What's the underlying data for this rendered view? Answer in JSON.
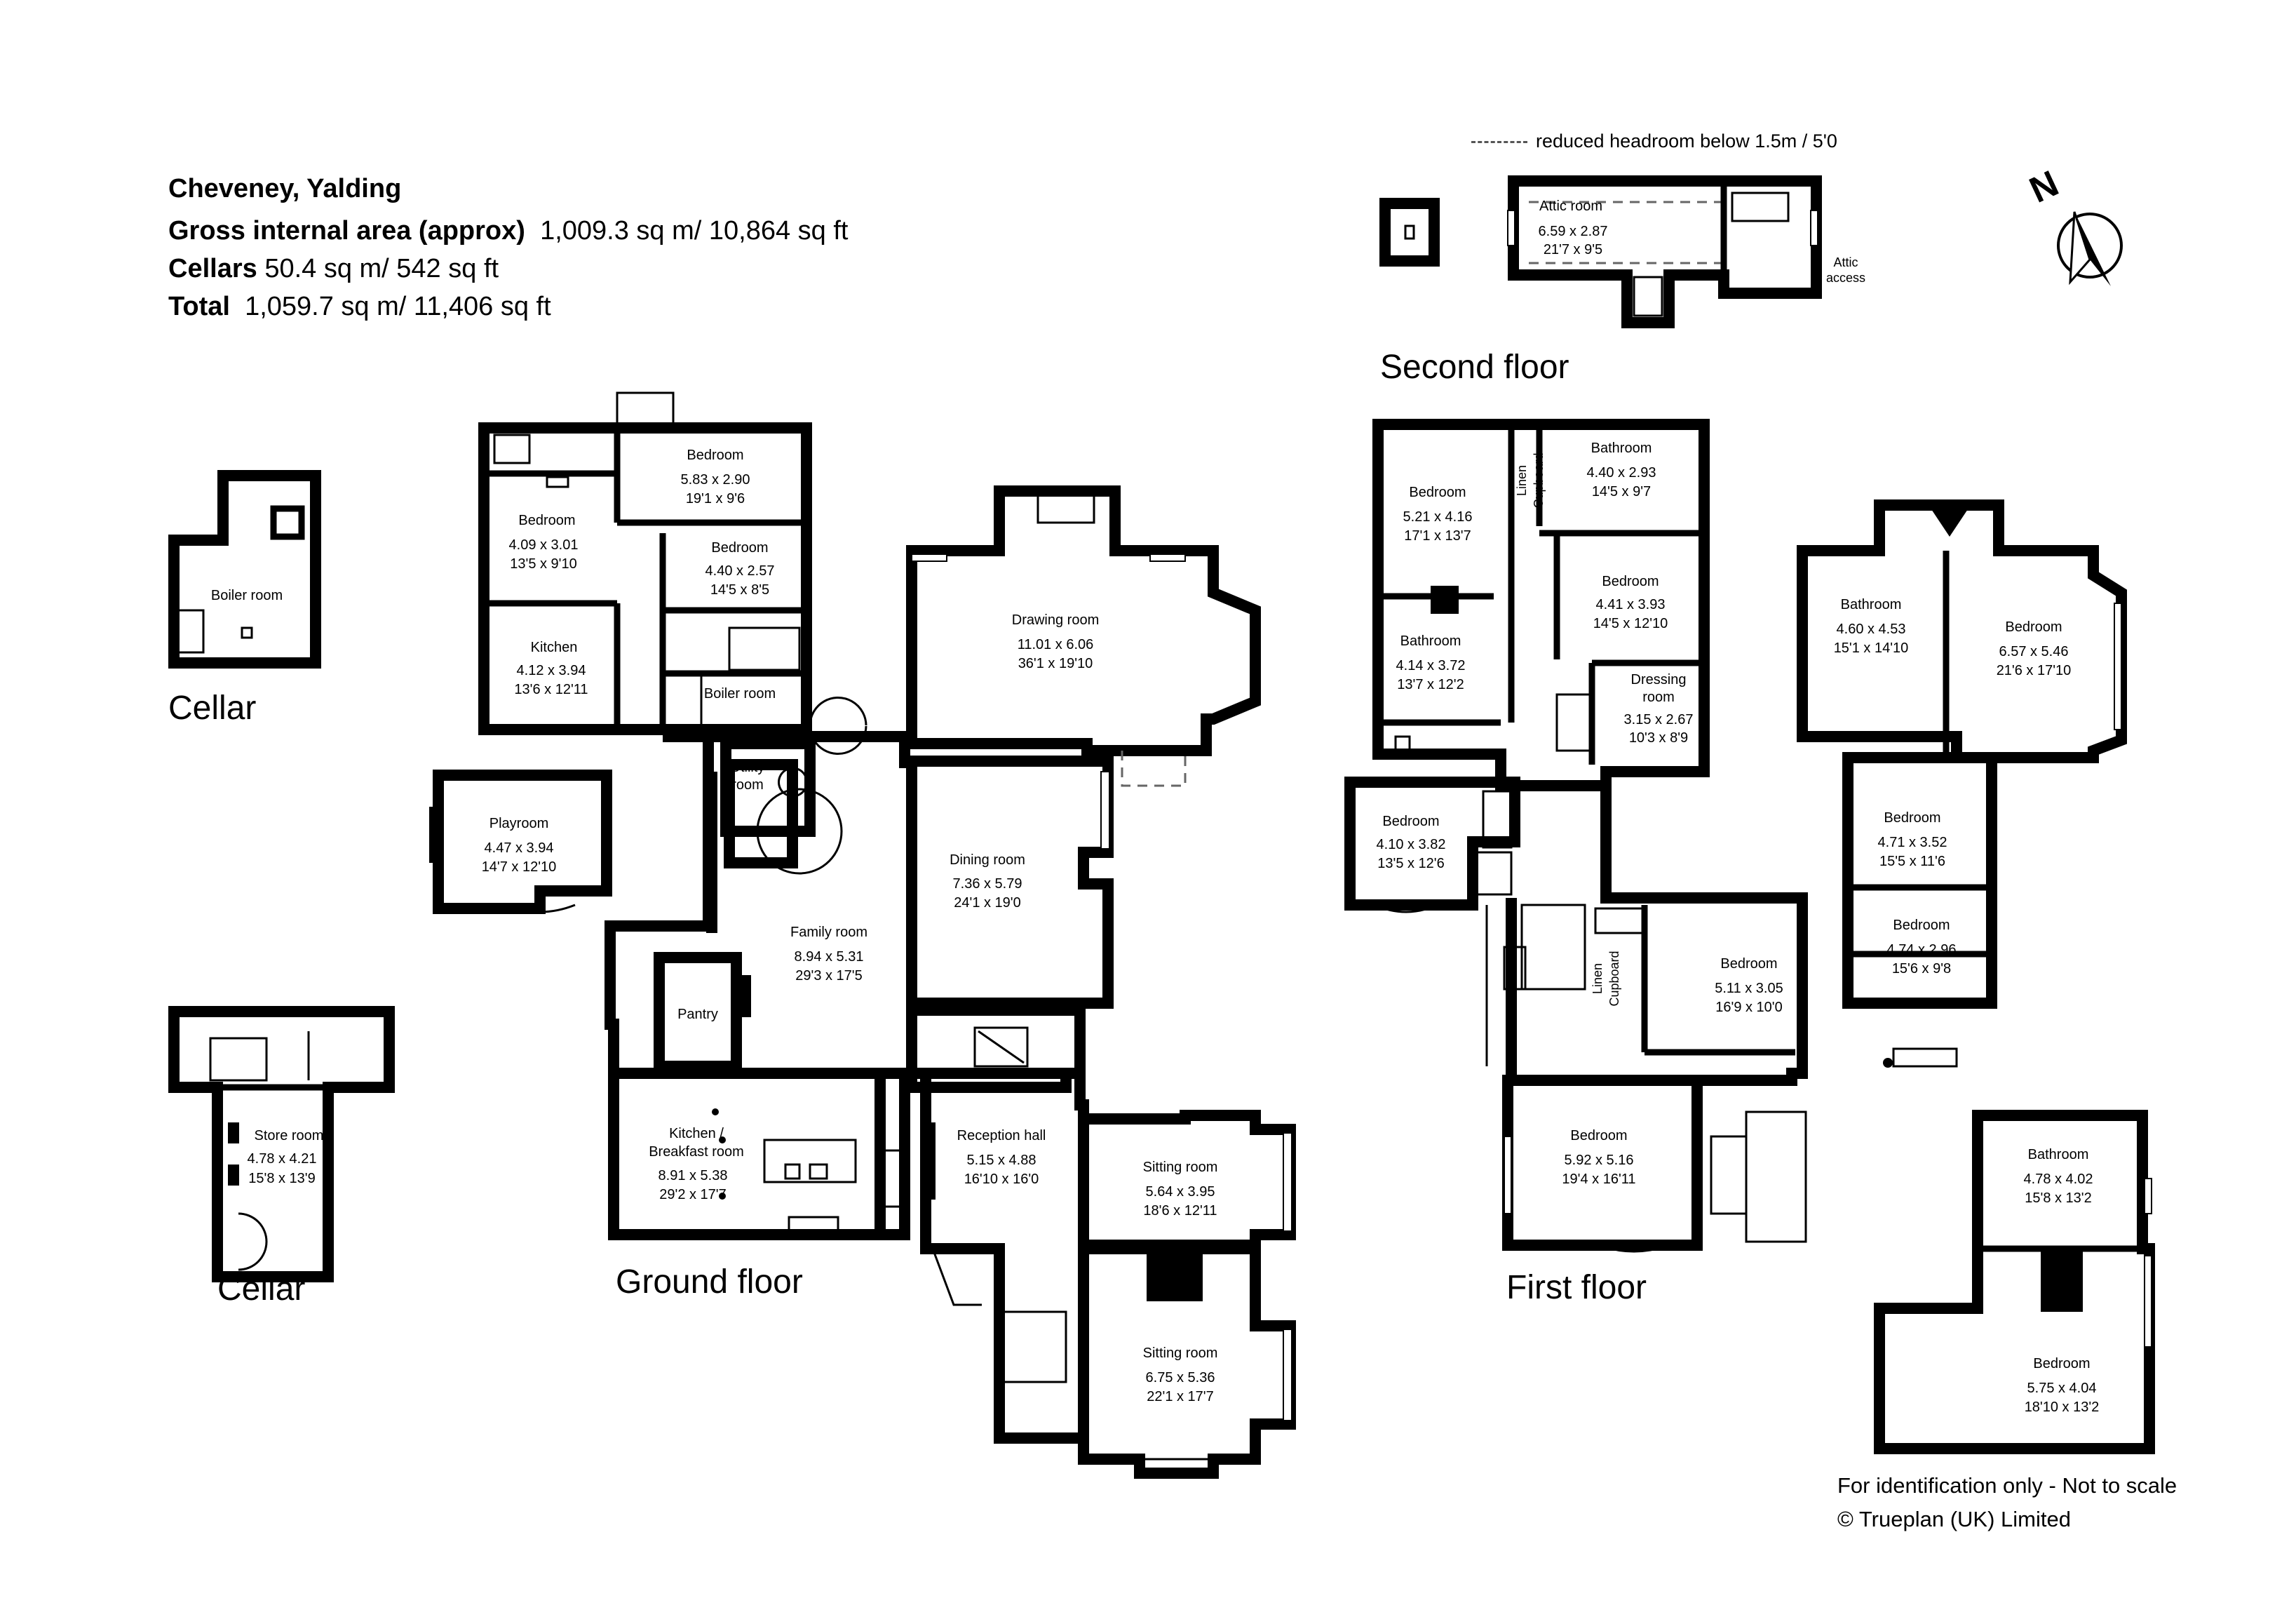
{
  "header": {
    "title": "Cheveney, Yalding",
    "gia_label": "Gross internal area (approx)",
    "gia_value": "1,009.3 sq m/ 10,864 sq ft",
    "cellars_label": "Cellars",
    "cellars_value": "50.4 sq m/ 542 sq ft",
    "total_label": "Total",
    "total_value": "1,059.7 sq m/ 11,406 sq ft"
  },
  "legend": {
    "headroom": "reduced headroom below 1.5m / 5'0"
  },
  "compass": {
    "letter": "N",
    "icon": "north-arrow-icon"
  },
  "floor_labels": {
    "cellar_1": "Cellar",
    "cellar_2": "Cellar",
    "ground": "Ground floor",
    "first": "First floor",
    "second": "Second floor"
  },
  "footer": {
    "disclaimer": "For identification only - Not to scale",
    "copyright": "©  Trueplan (UK) Limited"
  },
  "rooms": {
    "cellar_boiler": {
      "name": "Boiler room"
    },
    "cellar_store": {
      "name": "Store room",
      "metric": "4.78 x 4.21",
      "imperial": "15'8 x 13'9"
    },
    "g_bedroom_a": {
      "name": "Bedroom",
      "metric": "5.83 x 2.90",
      "imperial": "19'1 x 9'6"
    },
    "g_bedroom_b": {
      "name": "Bedroom",
      "metric": "4.09 x 3.01",
      "imperial": "13'5 x 9'10"
    },
    "g_bedroom_c": {
      "name": "Bedroom",
      "metric": "4.40 x 2.57",
      "imperial": "14'5 x 8'5"
    },
    "g_kitchen": {
      "name": "Kitchen",
      "metric": "4.12 x 3.94",
      "imperial": "13'6 x 12'11"
    },
    "g_boiler": {
      "name": "Boiler room"
    },
    "g_playroom": {
      "name": "Playroom",
      "metric": "4.47 x 3.94",
      "imperial": "14'7 x 12'10"
    },
    "g_utility": {
      "name_1": "Utility",
      "name_2": "room"
    },
    "g_drawing": {
      "name": "Drawing room",
      "metric": "11.01 x 6.06",
      "imperial": "36'1 x 19'10"
    },
    "g_dining": {
      "name": "Dining room",
      "metric": "7.36 x 5.79",
      "imperial": "24'1 x 19'0"
    },
    "g_family": {
      "name": "Family room",
      "metric": "8.94 x 5.31",
      "imperial": "29'3 x 17'5"
    },
    "g_pantry": {
      "name": "Pantry"
    },
    "g_kitchen_breakfast": {
      "name_1": "Kitchen /",
      "name_2": "Breakfast room",
      "metric": "8.91 x 5.38",
      "imperial": "29'2 x 17'7"
    },
    "g_reception": {
      "name": "Reception hall",
      "metric": "5.15 x 4.88",
      "imperial": "16'10 x 16'0"
    },
    "g_sitting_a": {
      "name": "Sitting room",
      "metric": "5.64 x 3.95",
      "imperial": "18'6 x 12'11"
    },
    "g_sitting_b": {
      "name": "Sitting room",
      "metric": "6.75 x 5.36",
      "imperial": "22'1 x 17'7"
    },
    "s_attic": {
      "name": "Attic room",
      "metric": "6.59 x 2.87",
      "imperial": "21'7 x 9'5"
    },
    "s_attic_access": {
      "name_1": "Attic",
      "name_2": "access"
    },
    "f_bedroom_1": {
      "name": "Bedroom",
      "metric": "5.21 x 4.16",
      "imperial": "17'1 x 13'7"
    },
    "f_linen_1": {
      "name_1": "Linen",
      "name_2": "Cupboard"
    },
    "f_bathroom_1": {
      "name": "Bathroom",
      "metric": "4.40 x 2.93",
      "imperial": "14'5 x 9'7"
    },
    "f_bedroom_2": {
      "name": "Bedroom",
      "metric": "4.41 x 3.93",
      "imperial": "14'5 x 12'10"
    },
    "f_bathroom_2": {
      "name": "Bathroom",
      "metric": "4.14 x 3.72",
      "imperial": "13'7 x 12'2"
    },
    "f_dressing": {
      "name_1": "Dressing",
      "name_2": "room",
      "metric": "3.15 x 2.67",
      "imperial": "10'3 x 8'9"
    },
    "f_bathroom_3": {
      "name": "Bathroom",
      "metric": "4.60 x 4.53",
      "imperial": "15'1 x 14'10"
    },
    "f_bedroom_3": {
      "name": "Bedroom",
      "metric": "6.57 x 5.46",
      "imperial": "21'6 x 17'10"
    },
    "f_bedroom_4": {
      "name": "Bedroom",
      "metric": "4.10 x 3.82",
      "imperial": "13'5 x 12'6"
    },
    "f_bedroom_5": {
      "name": "Bedroom",
      "metric": "4.71 x 3.52",
      "imperial": "15'5 x 11'6"
    },
    "f_bedroom_6": {
      "name": "Bedroom",
      "metric": "4.74 x 2.96",
      "imperial": "15'6 x 9'8"
    },
    "f_linen_2": {
      "name_1": "Linen",
      "name_2": "Cupboard"
    },
    "f_bedroom_7": {
      "name": "Bedroom",
      "metric": "5.11 x 3.05",
      "imperial": "16'9 x 10'0"
    },
    "f_bedroom_8": {
      "name": "Bedroom",
      "metric": "5.92 x 5.16",
      "imperial": "19'4 x 16'11"
    },
    "f_bathroom_4": {
      "name": "Bathroom",
      "metric": "4.78 x 4.02",
      "imperial": "15'8 x 13'2"
    },
    "f_bedroom_9": {
      "name": "Bedroom",
      "metric": "5.75 x 4.04",
      "imperial": "18'10 x 13'2"
    }
  }
}
